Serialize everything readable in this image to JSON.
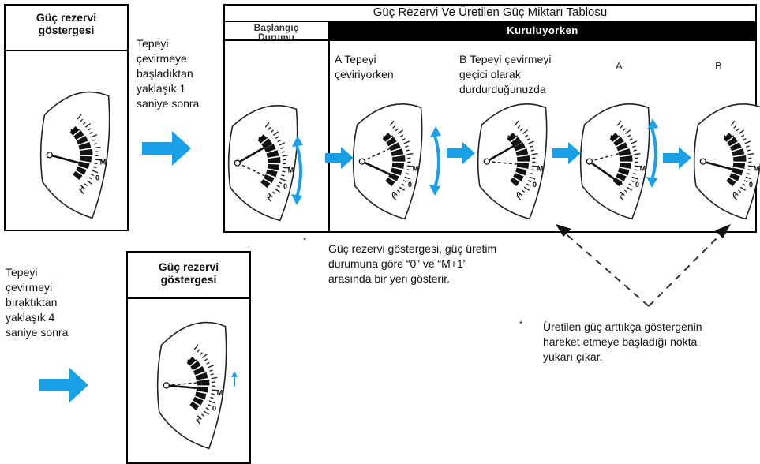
{
  "left_panel": {
    "title_line1": "Güç rezervi",
    "title_line2": "göstergesi"
  },
  "step1_text": [
    "Tepeyi",
    "çevirmeye",
    "başladıktan",
    "yaklaşık 1",
    "saniye sonra"
  ],
  "table": {
    "title": "Güç Rezervi Ve Üretilen Güç Miktarı Tablosu",
    "col_initial_line1": "Başlangıç",
    "col_initial_line2": "Durumu",
    "col_winding": "Kuruluyorken",
    "label_a": [
      "A Tepeyi",
      "çeviriyorken"
    ],
    "label_b": [
      "B Tepeyi çevirmeyi",
      "geçici olarak",
      "durdurduğunuzda"
    ],
    "short_a": "A",
    "short_b": "B"
  },
  "note1": {
    "asterisk": "*",
    "lines": [
      "Güç rezervi göstergesi, güç üretim",
      "durumuna göre “0” ve “M+1”",
      "arasında bir yeri gösterir."
    ]
  },
  "step2_text": [
    "Tepeyi",
    "çevirmeyi",
    "bıraktıktan",
    "yaklaşık 4",
    "saniye sonra"
  ],
  "bottom_panel": {
    "title_line1": "Güç rezervi",
    "title_line2": "göstergesi"
  },
  "note2": {
    "asterisk": "*",
    "lines": [
      "Üretilen güç arttıkça göstergenin",
      "hareket etmeye başladığı nokta",
      "yukarı çıkar."
    ]
  },
  "gauge_scale": {
    "top_label": "M+1",
    "mid_label": "M",
    "low_label": "0",
    "min_label": "0"
  },
  "colors": {
    "arrow_blue": "#1aa0e6",
    "border": "#000000"
  }
}
